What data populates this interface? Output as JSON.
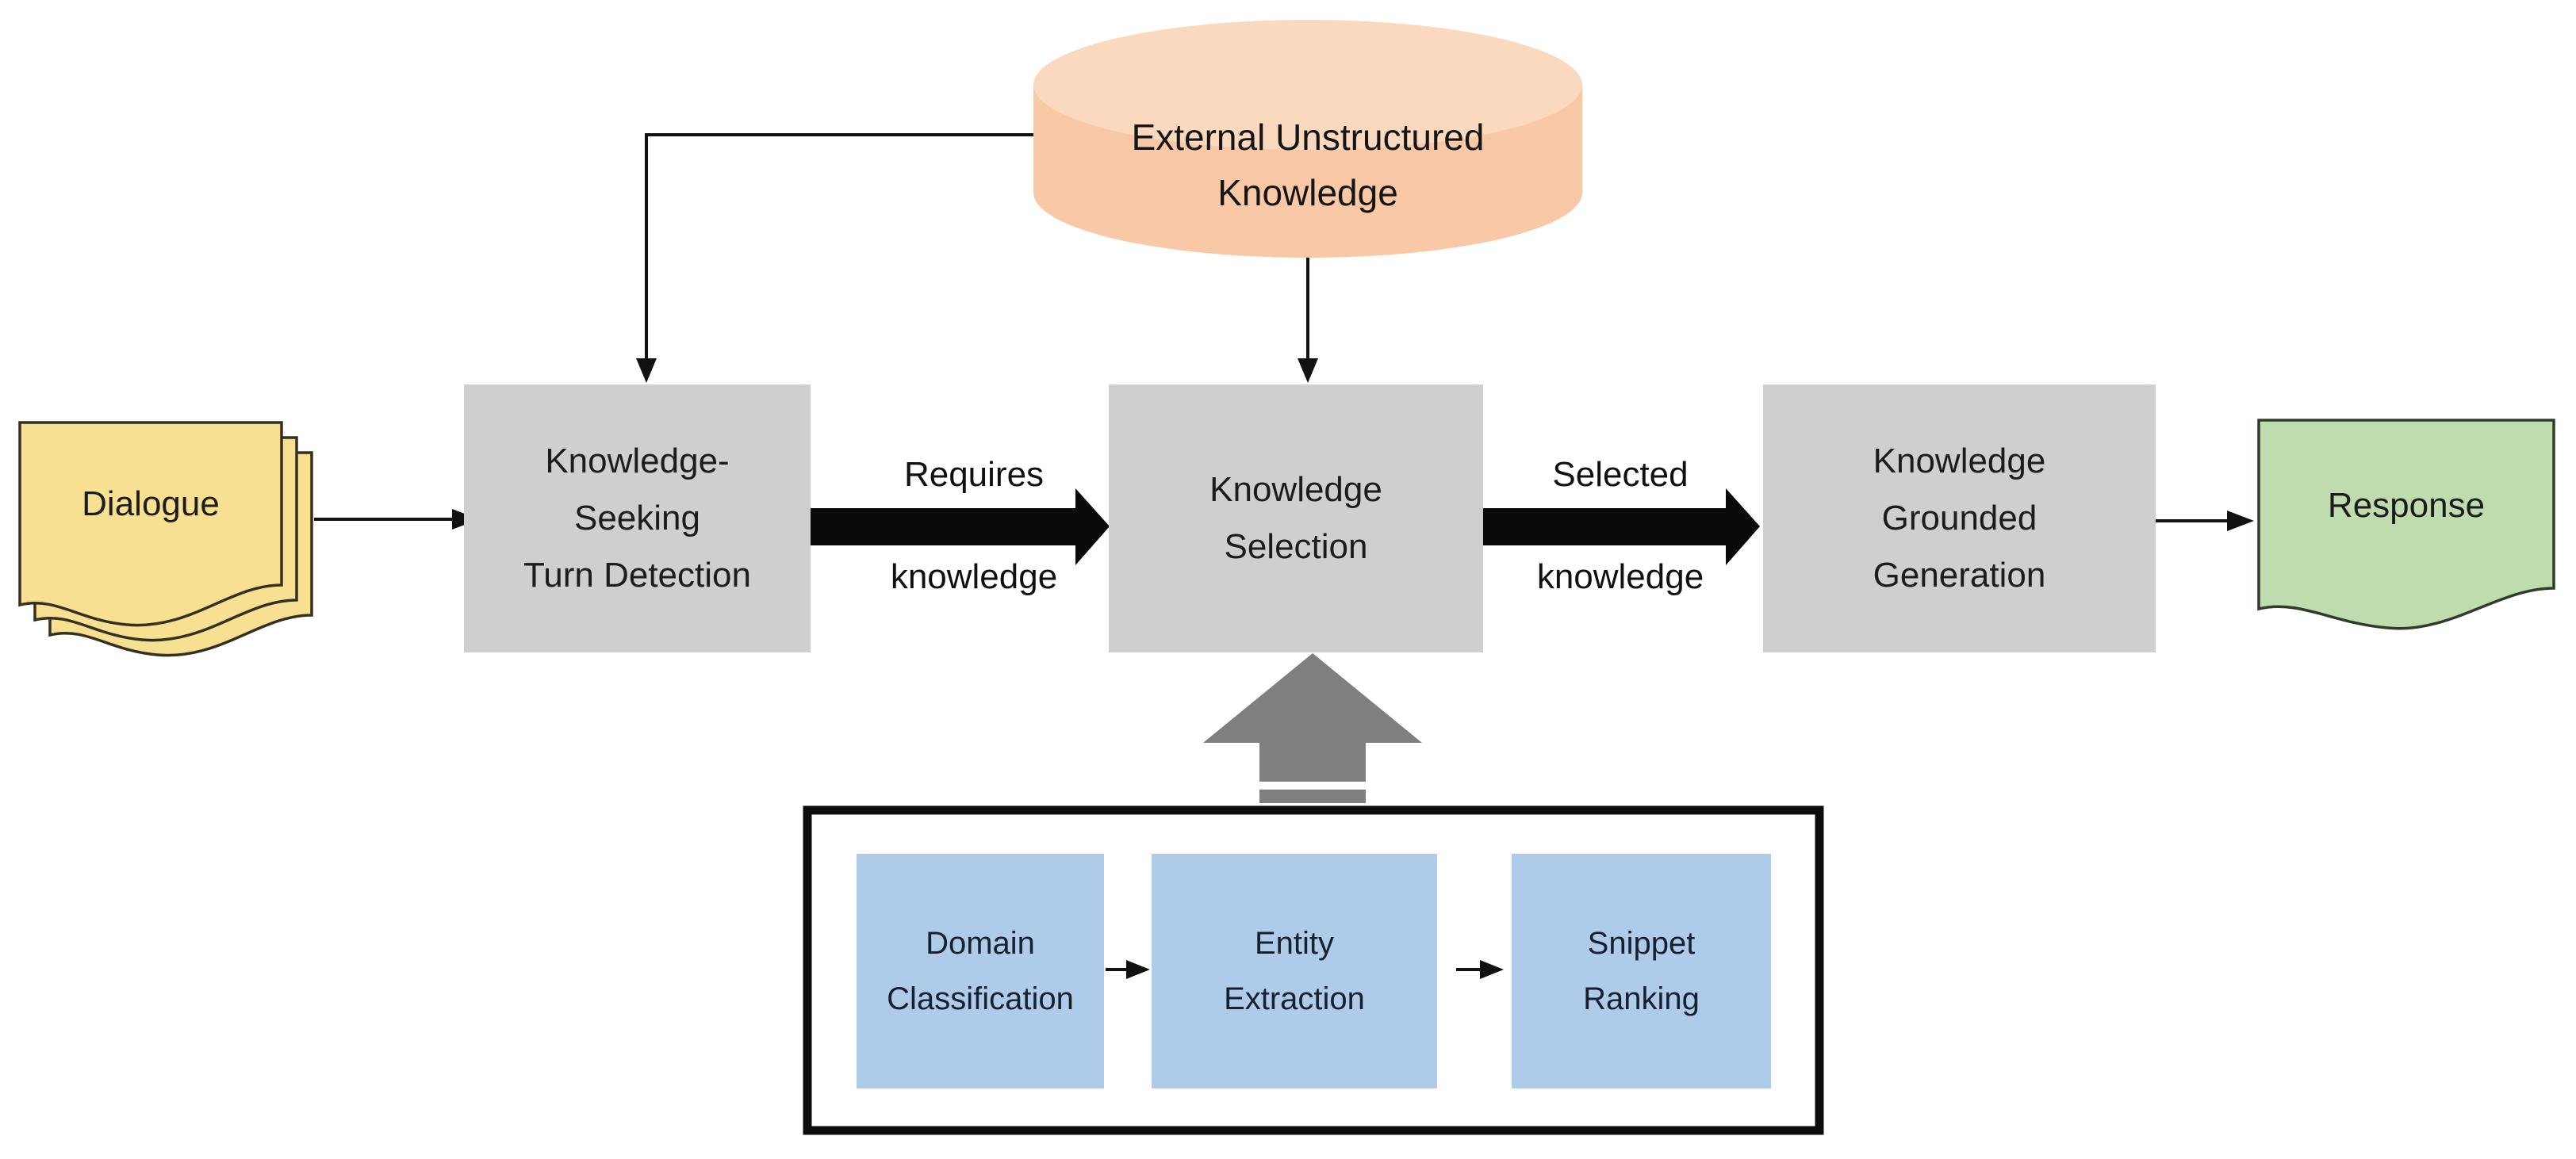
{
  "colors": {
    "box_gray": "#D1CECF",
    "blue": "#AECBEA",
    "peach": "#F9C8A6",
    "peach_top": "#FBD9BF",
    "yellow": "#F8E093",
    "green": "#BEDCAE",
    "arrow_gray": "#7F7F7F",
    "ink": "#000000"
  },
  "nodes": {
    "dialogue": {
      "label": "Dialogue"
    },
    "knowledge_store": {
      "lines": [
        "External Unstructured",
        "Knowledge"
      ]
    },
    "turn_detection": {
      "lines": [
        "Knowledge-",
        "Seeking",
        "Turn Detection"
      ]
    },
    "knowledge_selection": {
      "lines": [
        "Knowledge",
        "Selection"
      ]
    },
    "generation": {
      "lines": [
        "Knowledge",
        "Grounded",
        "Generation"
      ]
    },
    "response": {
      "label": "Response"
    }
  },
  "edges": {
    "requires": {
      "top": "Requires",
      "bottom": "knowledge"
    },
    "selected": {
      "top": "Selected",
      "bottom": "knowledge"
    }
  },
  "subpipeline": {
    "boxes": [
      {
        "lines": [
          "Domain",
          "Classification"
        ]
      },
      {
        "lines": [
          "Entity",
          "Extraction"
        ]
      },
      {
        "lines": [
          "Snippet",
          "Ranking"
        ]
      }
    ]
  }
}
